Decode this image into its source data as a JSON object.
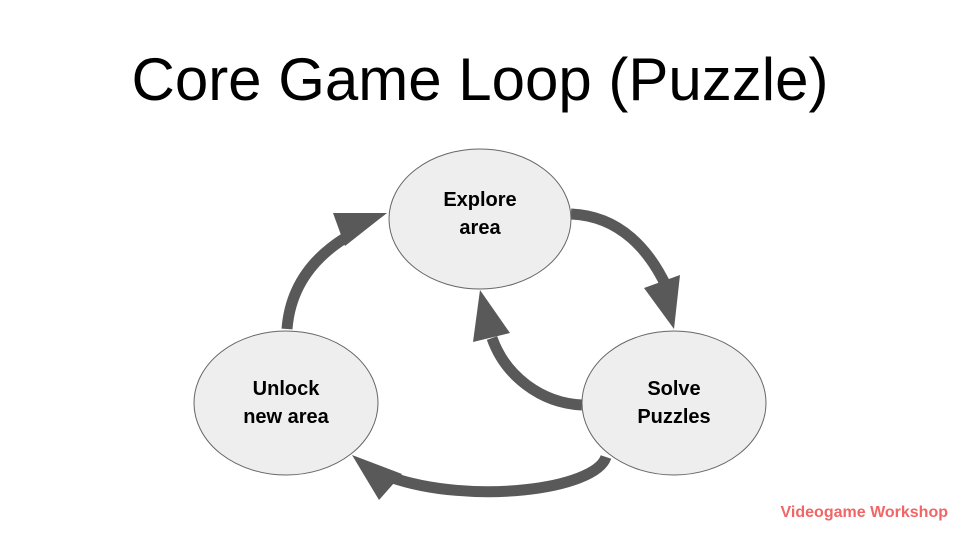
{
  "title": "Core Game Loop (Puzzle)",
  "nodes": [
    {
      "id": "explore",
      "line1": "Explore",
      "line2": "area"
    },
    {
      "id": "solve",
      "line1": "Solve",
      "line2": "Puzzles"
    },
    {
      "id": "unlock",
      "line1": "Unlock",
      "line2": "new area"
    }
  ],
  "edges": [
    {
      "from": "explore",
      "to": "solve"
    },
    {
      "from": "solve",
      "to": "explore"
    },
    {
      "from": "solve",
      "to": "unlock"
    },
    {
      "from": "unlock",
      "to": "explore"
    }
  ],
  "colors": {
    "node_fill": "#eeeeee",
    "node_stroke": "#666666",
    "arrow": "#595959",
    "watermark": "#f06666"
  },
  "watermark": "Videogame Workshop"
}
